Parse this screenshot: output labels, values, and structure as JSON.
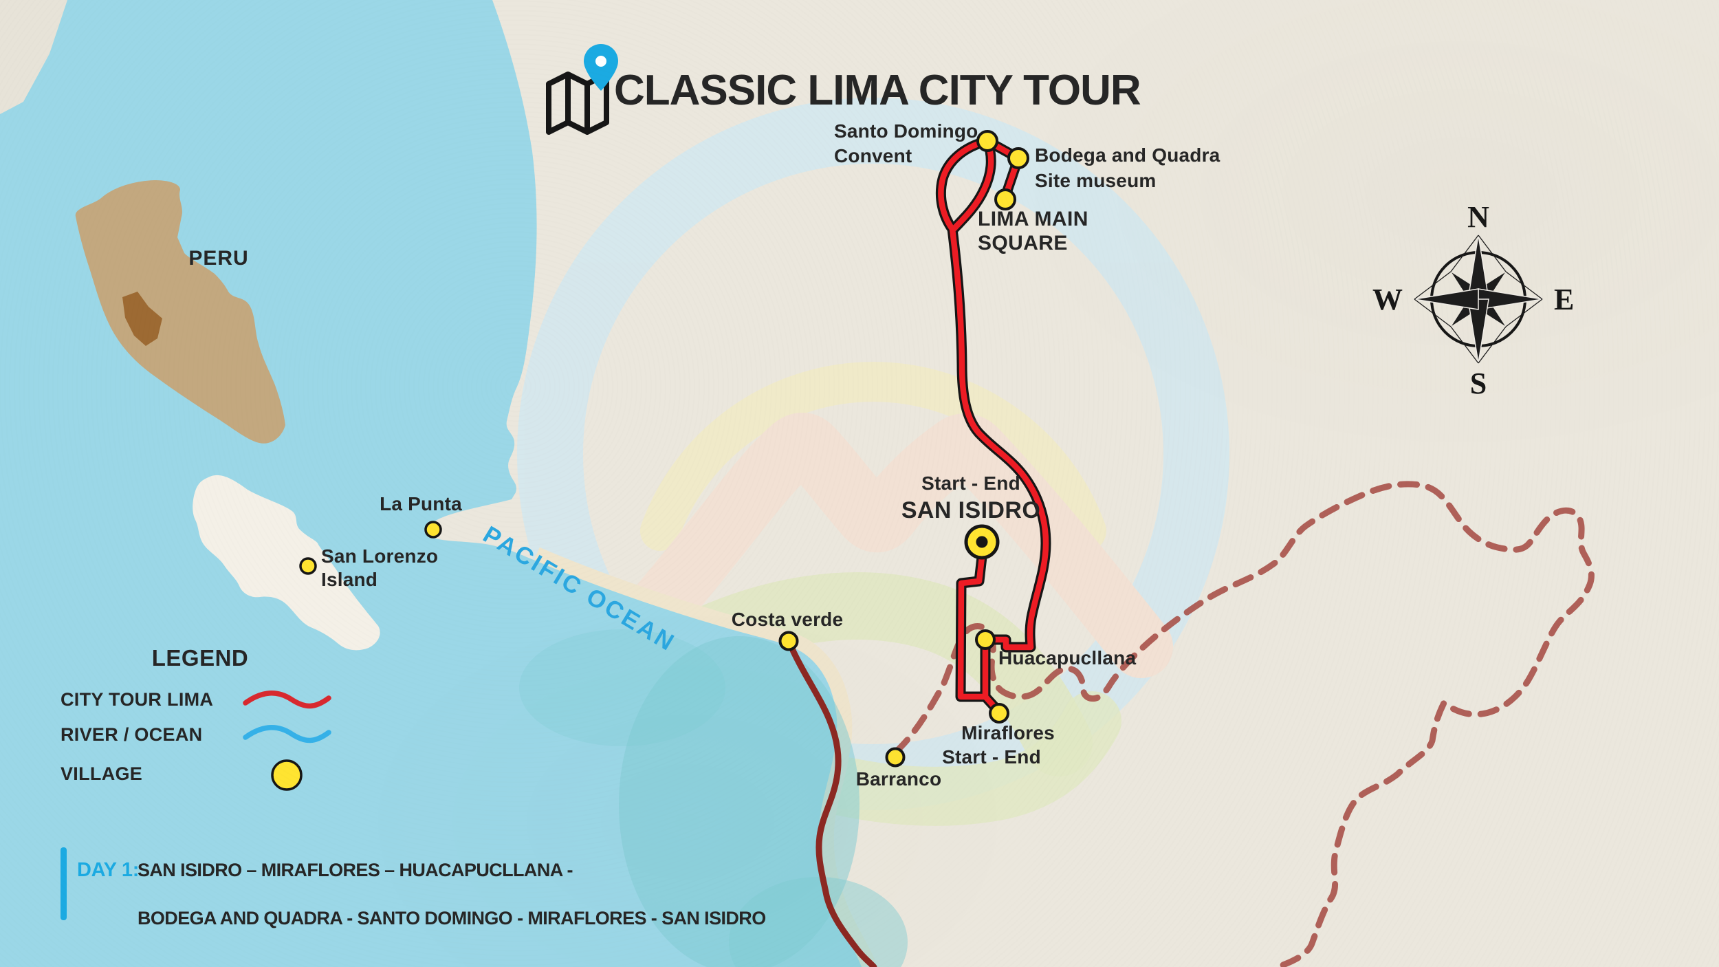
{
  "title": {
    "icon": "map-with-pin-icon",
    "text": "CLASSIC LIMA CITY TOUR"
  },
  "inset_map": {
    "country_label": "PERU"
  },
  "ocean": {
    "label": "PACIFIC OCEAN"
  },
  "compass": {
    "north": "N",
    "east": "E",
    "south": "S",
    "west": "W"
  },
  "places": {
    "santo_domingo": {
      "line1": "Santo Domingo",
      "line2": "Convent"
    },
    "bodega": {
      "line1": "Bodega and Quadra",
      "line2": "Site museum"
    },
    "lima_main_square": {
      "line1": "LIMA MAIN",
      "line2": "SQUARE"
    },
    "san_isidro": {
      "start_end": "Start - End",
      "name": "SAN ISIDRO"
    },
    "huacapucllana": {
      "name": "Huacapucllana"
    },
    "miraflores": {
      "name": "Miraflores",
      "start_end": "Start - End"
    },
    "costa_verde": {
      "name": "Costa verde"
    },
    "barranco": {
      "name": "Barranco"
    },
    "la_punta": {
      "name": "La Punta"
    },
    "san_lorenzo": {
      "line1": "San Lorenzo",
      "line2": "Island"
    }
  },
  "legend": {
    "title": "LEGEND",
    "items": [
      {
        "label": "CITY TOUR LIMA",
        "symbol": "route-line-swatch",
        "color": "#d8292f"
      },
      {
        "label": "RIVER / OCEAN",
        "symbol": "water-line-swatch",
        "color": "#35b1e8"
      },
      {
        "label": "VILLAGE",
        "symbol": "village-dot-swatch",
        "color": "#ffe431"
      }
    ]
  },
  "itinerary": {
    "day_label": "DAY 1:",
    "line1": "SAN ISIDRO –  MIRAFLORES – HUACAPUCLLANA -",
    "line2": "BODEGA AND QUADRA -  SANTO DOMINGO - MIRAFLORES - SAN ISIDRO"
  },
  "colors": {
    "sea": "#9bd7e7",
    "land": "#ebe7dd",
    "island": "#f4f0e7",
    "route_red": "#ed1c24",
    "route_casing": "#161616",
    "marker_yellow": "#ffe431",
    "coast_road_maroon": "#8c2822",
    "boundary_dash": "#a85149",
    "ocean_label_blue": "#2ba7e0",
    "accent_blue": "#1baae2",
    "peru_fill": "#c3a87f",
    "peru_highlight": "#9d6a33",
    "terrain_green": "#dde8ba",
    "beach_sand": "#efe5cd"
  }
}
